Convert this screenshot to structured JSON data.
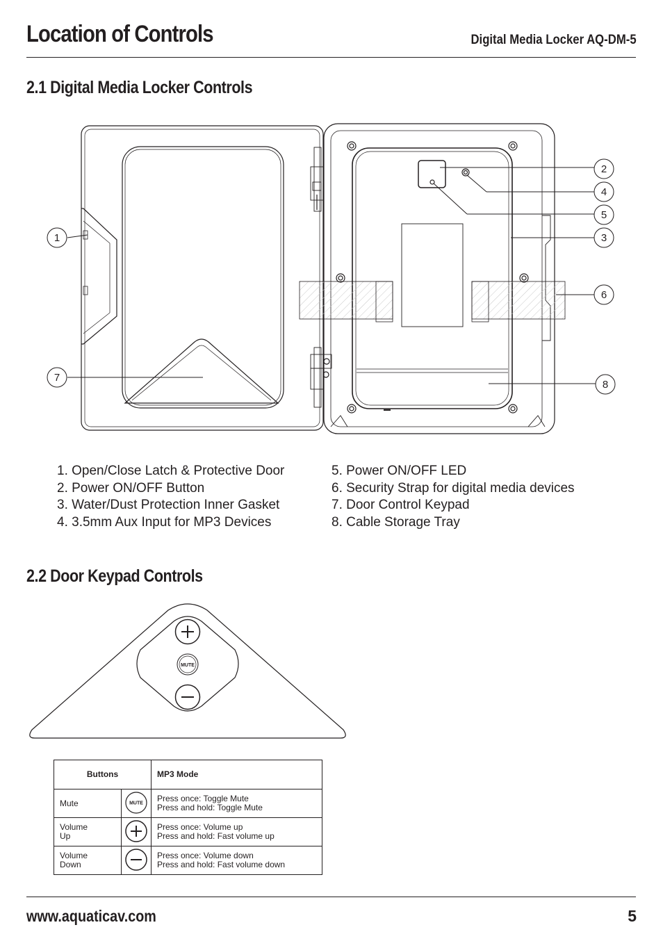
{
  "header": {
    "title": "Location of Controls",
    "model": "Digital Media Locker AQ-DM-5"
  },
  "section1": {
    "title": "2.1 Digital Media Locker Controls",
    "callouts": [
      "1",
      "2",
      "3",
      "4",
      "5",
      "6",
      "7",
      "8"
    ],
    "legend_left": [
      "1. Open/Close Latch & Protective Door",
      "2. Power ON/OFF Button",
      "3. Water/Dust Protection Inner Gasket",
      "4. 3.5mm Aux Input for MP3 Devices"
    ],
    "legend_right": [
      "5. Power ON/OFF LED",
      "6. Security Strap for digital media devices",
      "7. Door Control Keypad",
      "8. Cable Storage Tray"
    ]
  },
  "section2": {
    "title": "2.2 Door Keypad Controls",
    "keypad_mute_label": "MUTE",
    "table": {
      "headers": [
        "Buttons",
        "MP3 Mode"
      ],
      "rows": [
        {
          "name": "Mute",
          "icon_label": "MUTE",
          "desc1": "Press once: Toggle Mute",
          "desc2": "Press and hold: Toggle Mute"
        },
        {
          "name1": "Volume",
          "name2": "Up",
          "desc1": "Press once: Volume up",
          "desc2": "Press and hold: Fast volume up"
        },
        {
          "name1": "Volume",
          "name2": "Down",
          "desc1": "Press once: Volume down",
          "desc2": "Press and hold: Fast volume down"
        }
      ]
    }
  },
  "footer": {
    "url": "www.aquaticav.com",
    "page_number": "5"
  }
}
